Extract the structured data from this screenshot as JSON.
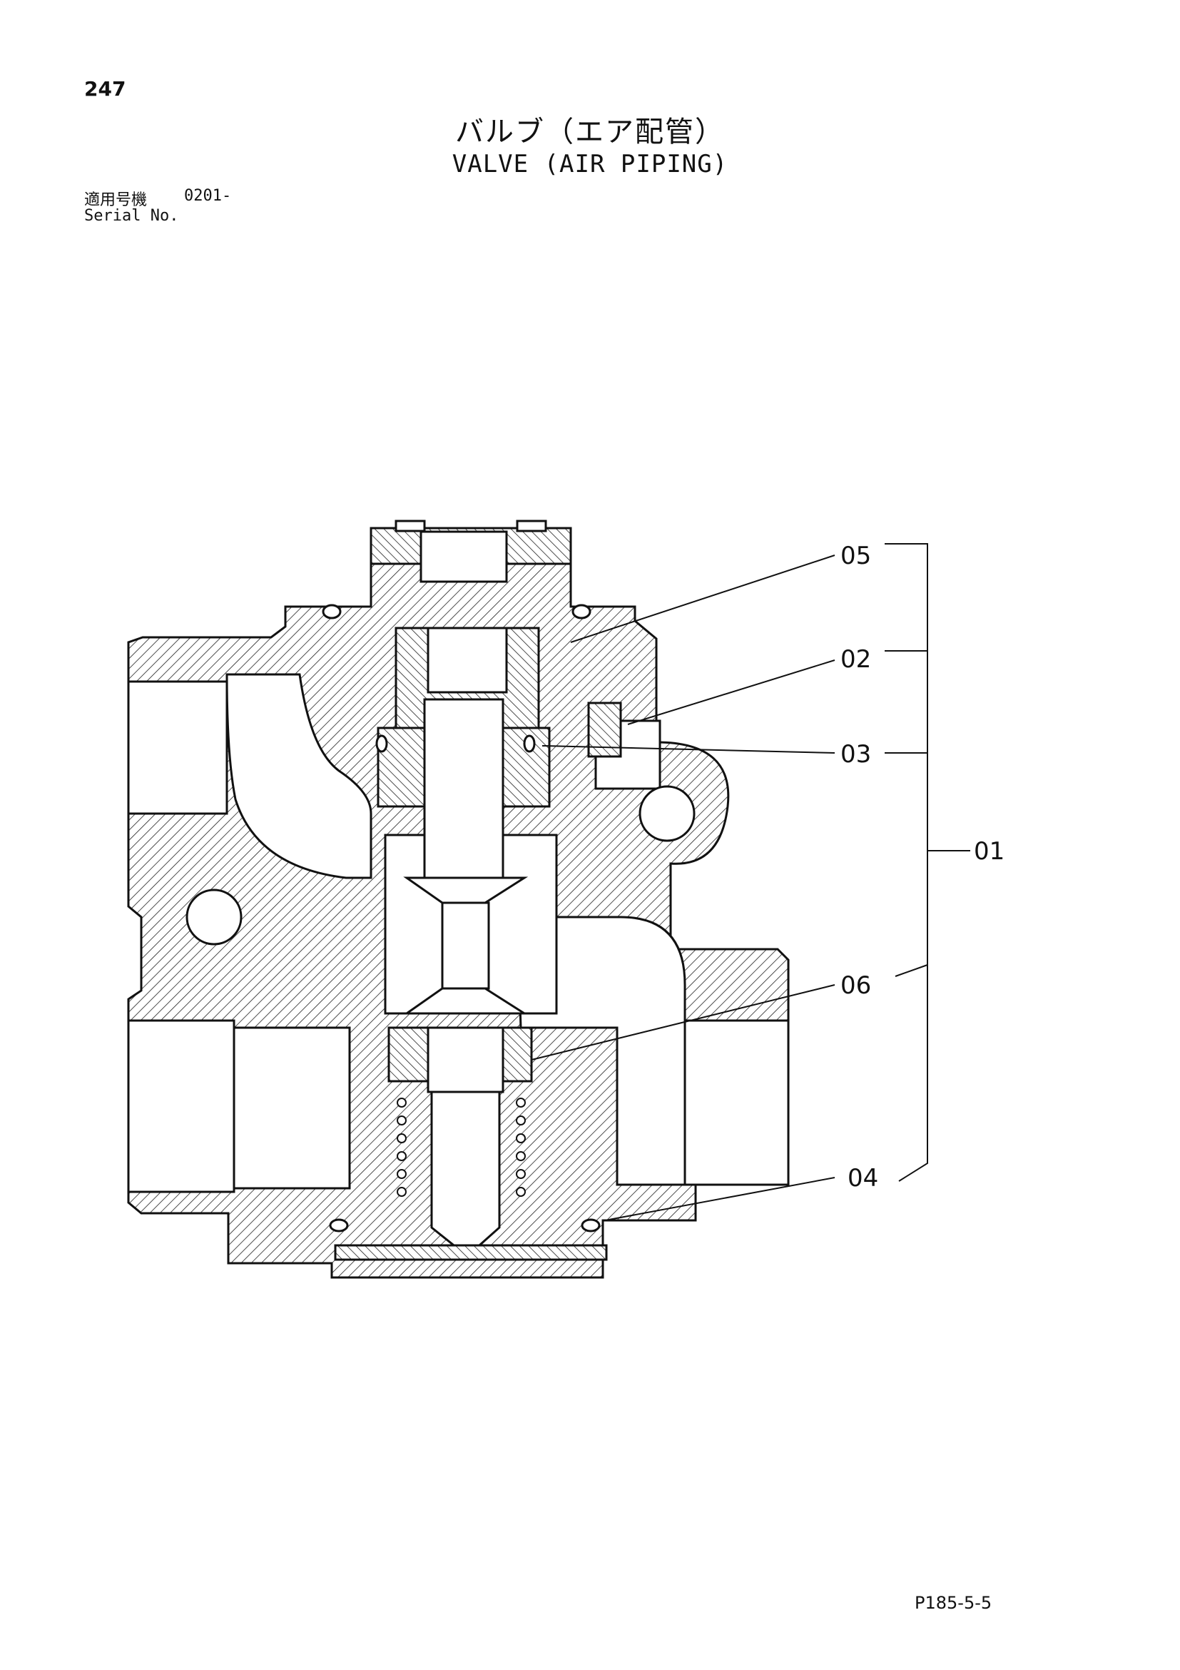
{
  "header": {
    "page_number": "247",
    "title_jp": "バルブ（エア配管）",
    "title_en": "VALVE (AIR PIPING)",
    "serial_label_jp": "適用号機",
    "serial_range": "0201-",
    "serial_label_en": "Serial No."
  },
  "diagram": {
    "part_labels": [
      "05",
      "02",
      "03",
      "01",
      "06",
      "04"
    ]
  },
  "footer": {
    "doc_code": "P185-5-5"
  }
}
